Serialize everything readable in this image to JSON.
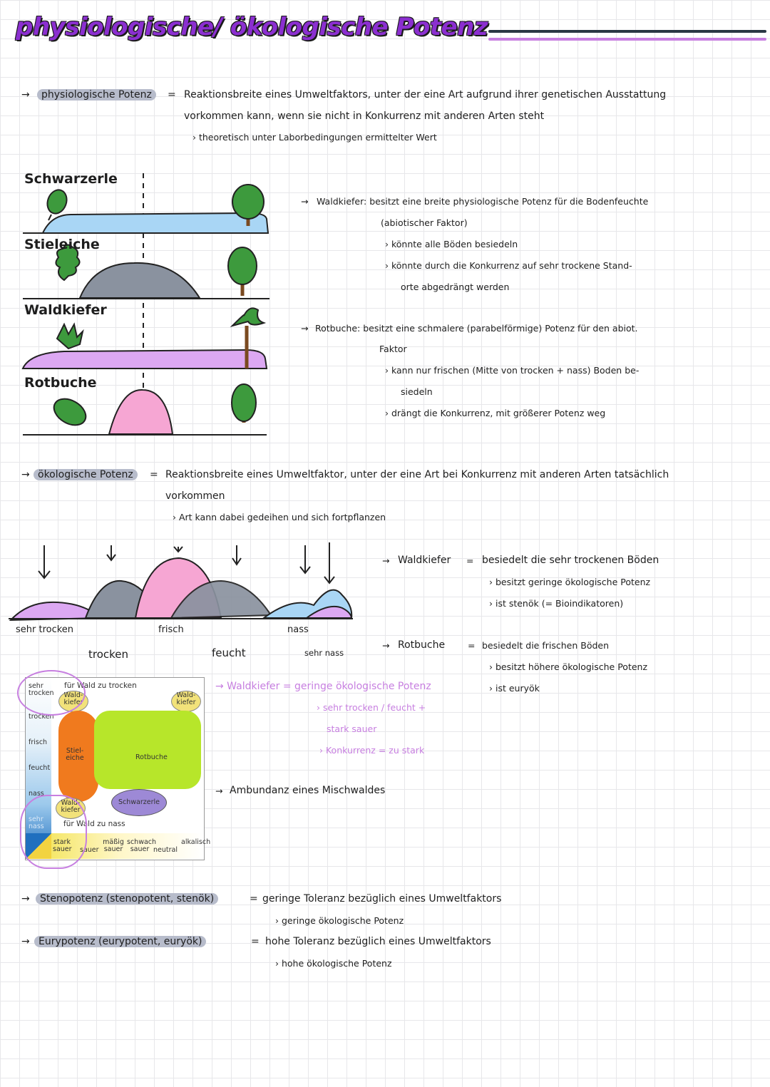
{
  "title": "physiologische/ ökologische Potenz",
  "colors": {
    "title": "#8b2fd0",
    "blue": "#a9d6f5",
    "grey": "#8a929f",
    "lilac": "#dca8f2",
    "pink": "#f6a6d3",
    "accent_purple": "#c77fe0"
  },
  "physio": {
    "term": "physiologische Potenz",
    "eq": "=",
    "def1": "Reaktionsbreite eines Umweltfaktors, unter der eine Art aufgrund ihrer genetischen Ausstattung",
    "def2": "vorkommen kann, wenn sie nicht in Konkurrenz mit anderen Arten steht",
    "def3": "› theoretisch unter Laborbedingungen ermittelter Wert"
  },
  "species_diagrams": [
    {
      "name": "Schwarzerle"
    },
    {
      "name": "Stieleiche"
    },
    {
      "name": "Waldkiefer"
    },
    {
      "name": "Rotbuche"
    }
  ],
  "waldkiefer_note": {
    "head": "Waldkiefer: besitzt eine breite physiologische Potenz für die Bodenfeuchte",
    "l2": "(abiotischer Faktor)",
    "l3": "› könnte alle Böden besiedeln",
    "l4": "› könnte durch die Konkurrenz auf sehr trockene Stand-",
    "l5": "orte abgedrängt werden"
  },
  "rotbuche_note": {
    "head": "Rotbuche: besitzt eine schmalere (parabelförmige) Potenz für den abiot.",
    "l2": "Faktor",
    "l3": "› kann nur frischen (Mitte von trocken + nass) Boden be-",
    "l4": "siedeln",
    "l5": "› drängt die Konkurrenz, mit größerer Potenz weg"
  },
  "oeko": {
    "term": "ökologische Potenz",
    "eq": "=",
    "def1": "Reaktionsbreite eines Umweltfaktor, unter der eine Art bei Konkurrenz mit anderen Arten tatsächlich",
    "def2": "vorkommen",
    "def3": "› Art kann dabei gedeihen und sich fortpflanzen"
  },
  "curve_axis": {
    "row1": [
      "sehr trocken",
      "frisch",
      "nass"
    ],
    "row2": [
      "trocken",
      "feucht",
      "sehr nass"
    ]
  },
  "oeko_waldkiefer": {
    "head": "Waldkiefer",
    "eq": "=",
    "desc": "besiedelt die sehr trockenen Böden",
    "b1": "› besitzt geringe ökologische Potenz",
    "b2": "› ist stenök (= Bioindikatoren)"
  },
  "oeko_rotbuche": {
    "head": "Rotbuche",
    "eq": "=",
    "desc": "besiedelt die frischen Böden",
    "b1": "› besitzt höhere ökologische Potenz",
    "b2": "› ist euryök"
  },
  "purple_note": {
    "l1": "→ Waldkiefer = geringe ökologische Potenz",
    "l2": "› sehr trocken / feucht +",
    "l3": "stark sauer",
    "l4": "› Konkurrenz = zu stark"
  },
  "abundance_caption": "Ambundanz eines Mischwaldes",
  "abundance_chart": {
    "y_labels": [
      "sehr trocken",
      "trocken",
      "frisch",
      "feucht",
      "nass",
      "sehr nass"
    ],
    "x_labels": [
      "stark sauer",
      "sauer",
      "mäßig sauer",
      "schwach sauer",
      "neutral",
      "alkalisch"
    ],
    "top_note": "für Wald zu trocken",
    "bottom_note": "für Wald zu nass",
    "regions": [
      "Wald-kiefer",
      "Wald-kiefer",
      "Stiel-eiche",
      "Rotbuche",
      "Schwarzerle",
      "Wald-kiefer"
    ]
  },
  "steno": {
    "term": "Stenopotenz (stenopotent, stenök)",
    "eq": "=",
    "def": "geringe Toleranz bezüglich eines Umweltfaktors",
    "sub": "› geringe ökologische Potenz"
  },
  "eury": {
    "term": "Eurypotenz (eurypotent, euryök)",
    "eq": "=",
    "def": "hohe Toleranz bezüglich eines Umweltfaktors",
    "sub": "› hohe ökologische Potenz"
  }
}
